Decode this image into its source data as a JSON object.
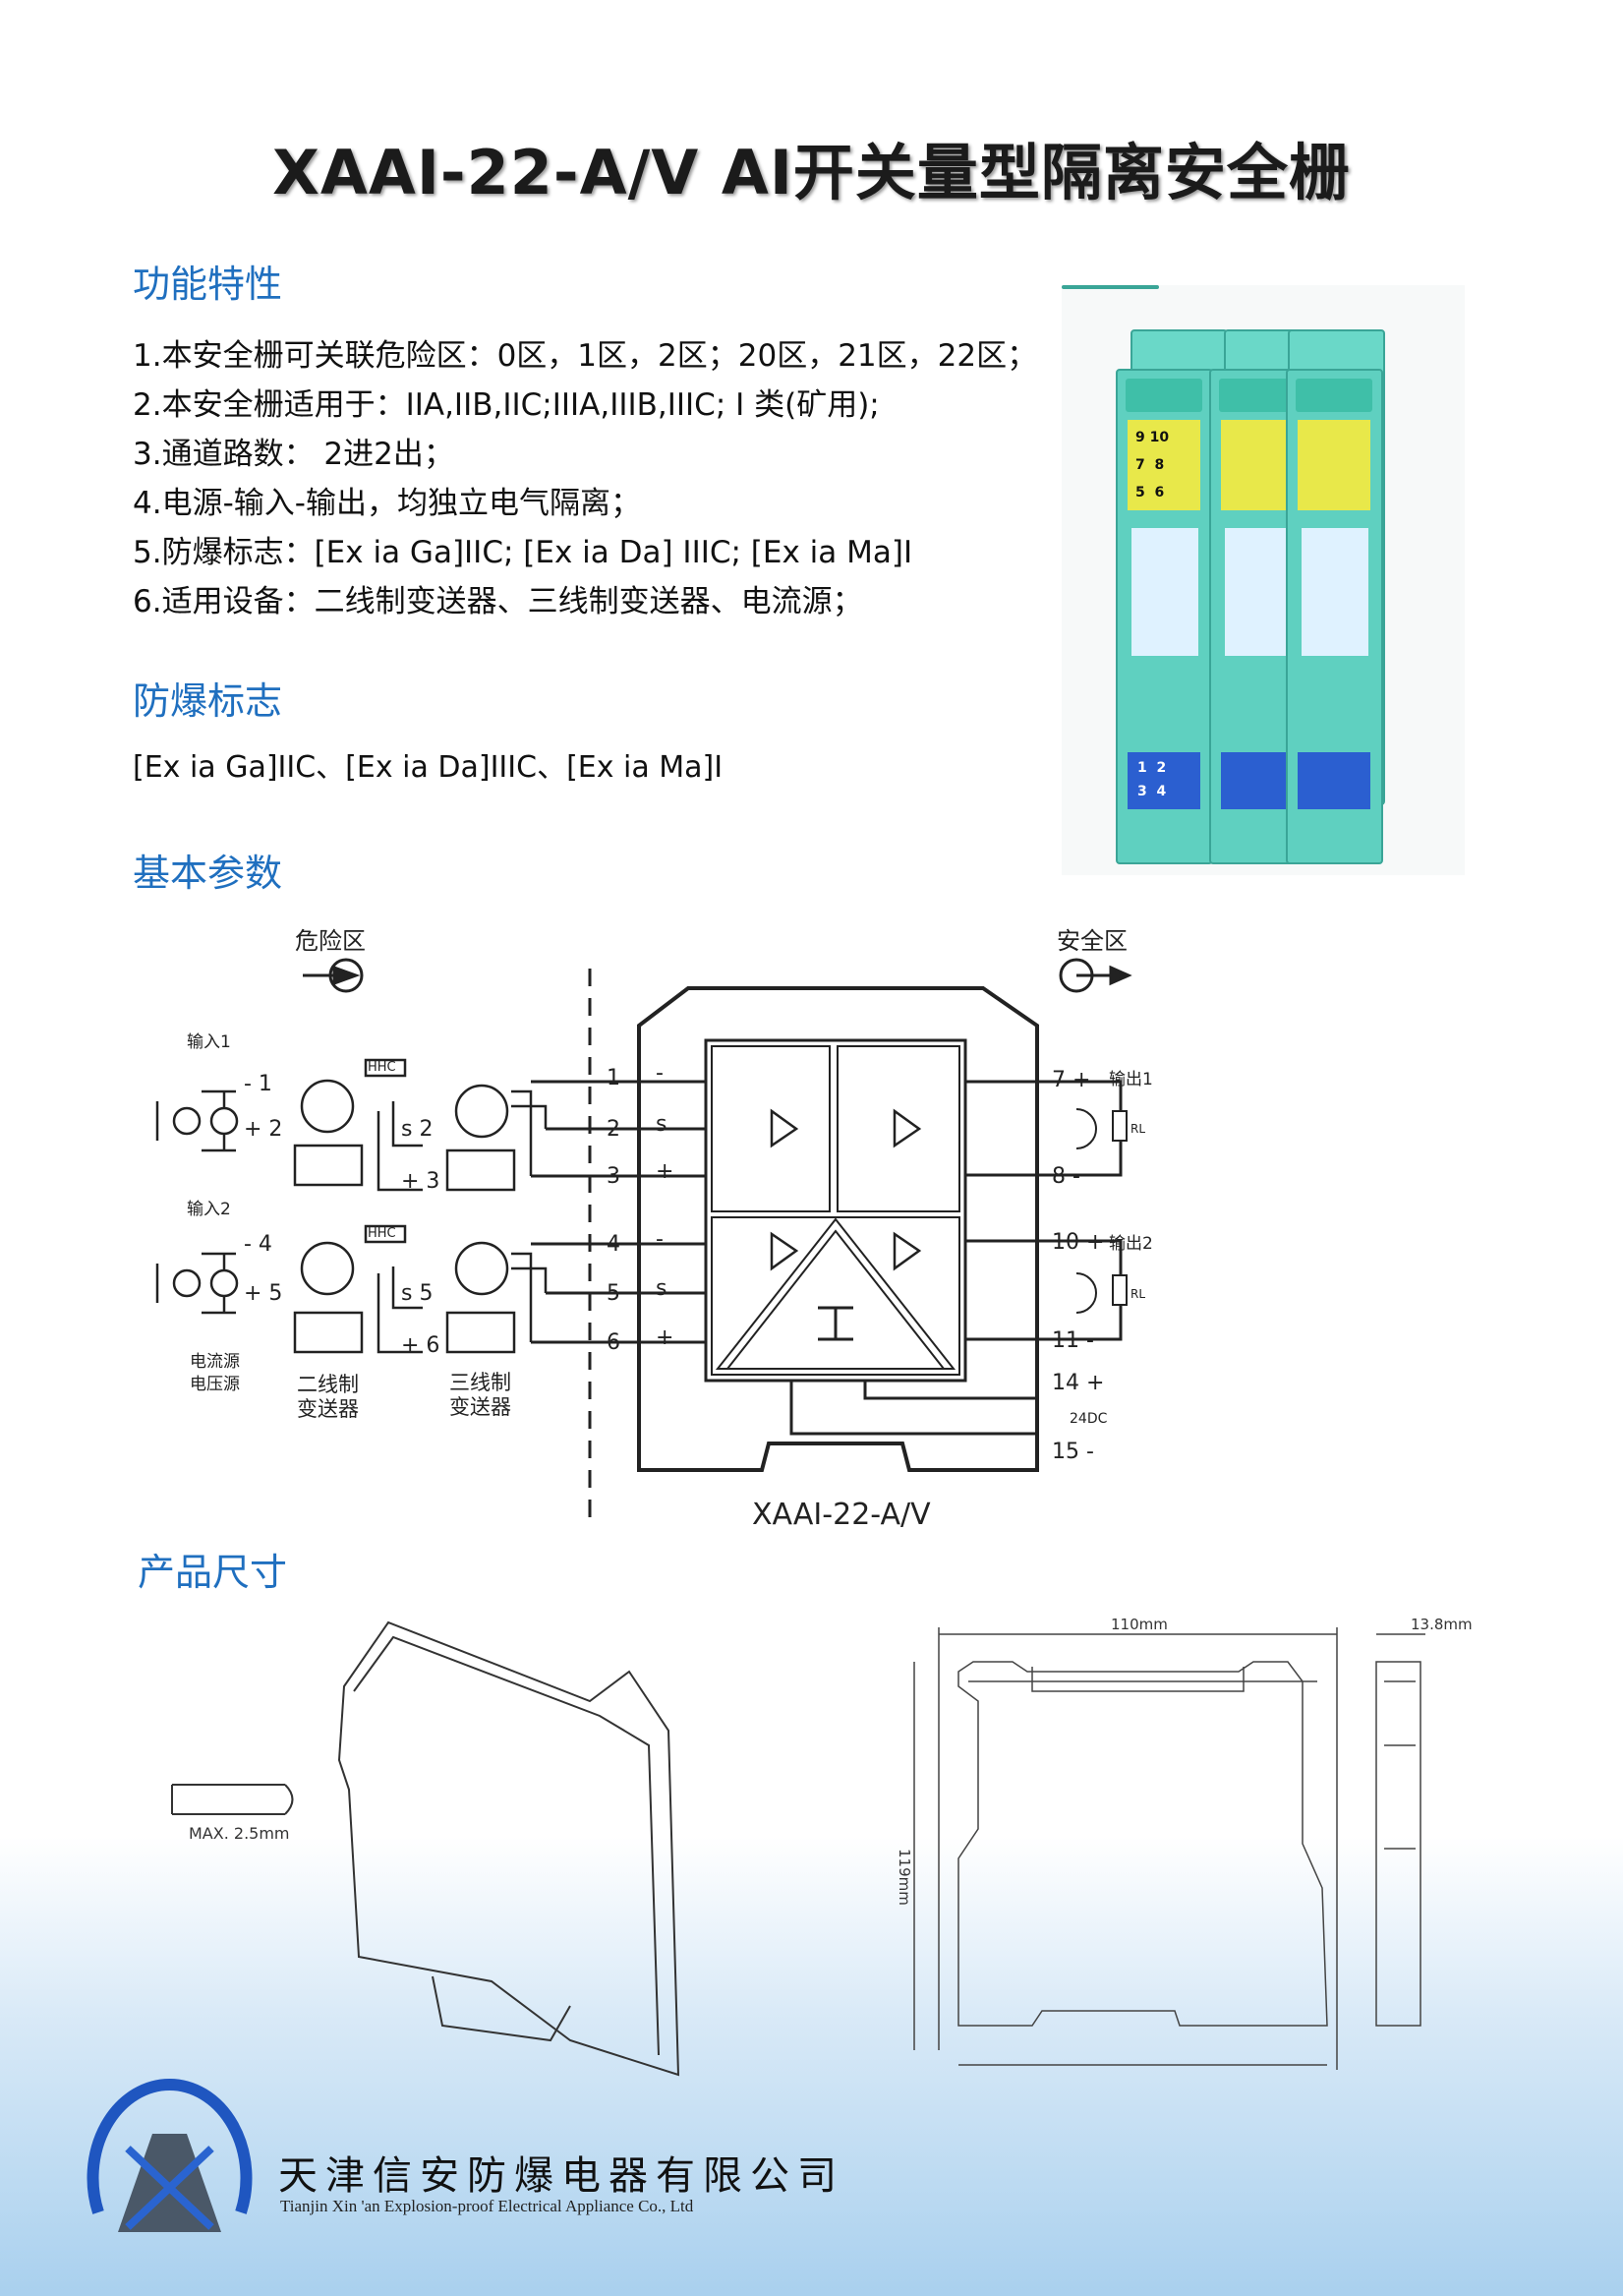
{
  "title": "XAAI-22-A/V AI开关量型隔离安全栅",
  "sections": {
    "features": "功能特性",
    "marking": "防爆标志",
    "params": "基本参数",
    "dimensions": "产品尺寸"
  },
  "features": [
    "1.本安全栅可关联危险区：0区，1区，2区；20区，21区，22区；",
    "2.本安全栅适用于：IIA,IIB,IIC;IIIA,IIIB,IIIC; I 类(矿用);",
    "3.通道路数： 2进2出；",
    "4.电源-输入-输出，均独立电气隔离；",
    "5.防爆标志：[Ex ia Ga]IIC; [Ex ia Da] IIIC; [Ex ia Ma]I",
    "6.适用设备：二线制变送器、三线制变送器、电流源；"
  ],
  "marking_text": "[Ex ia Ga]IIC、[Ex ia Da]IIIC、[Ex ia Ma]I",
  "product_photo": {
    "terminal_numbers": [
      "9",
      "10",
      "7",
      "8",
      "5",
      "6",
      "1",
      "2",
      "3",
      "4"
    ]
  },
  "diagram": {
    "hazard_zone": "危险区",
    "safe_zone": "安全区",
    "input1": "输入1",
    "input2": "输入2",
    "output1": "输出1",
    "output2": "输出2",
    "source1": "电流源",
    "source2": "电压源",
    "two_wire_1": "二线制",
    "two_wire_2": "变送器",
    "three_wire_1": "三线制",
    "three_wire_2": "变送器",
    "hhc": "HHC",
    "rl": "RL",
    "dc": "24DC",
    "left_terminals": [
      {
        "num": "1",
        "sign": "-"
      },
      {
        "num": "2",
        "sign": "s"
      },
      {
        "num": "3",
        "sign": "+"
      },
      {
        "num": "4",
        "sign": "-"
      },
      {
        "num": "5",
        "sign": "s"
      },
      {
        "num": "6",
        "sign": "+"
      }
    ],
    "src_labels": [
      "- 1",
      "+ 2",
      "- 4",
      "+ 5"
    ],
    "two_wire_labels": [
      "s 2",
      "+ 3",
      "s 5",
      "+ 6"
    ],
    "right_terminals": [
      "7 +",
      "8 -",
      "10 +",
      "11 -",
      "14 +",
      "15 -"
    ],
    "model": "XAAI-22-A/V"
  },
  "dimension": {
    "max_wire": "MAX. 2.5mm",
    "width": "110mm",
    "height": "119mm",
    "depth": "13.8mm"
  },
  "company": {
    "name_cn": "天津信安防爆电器有限公司",
    "name_en": "Tianjin Xin 'an Explosion-proof Electrical Appliance Co., Ltd"
  },
  "colors": {
    "accent": "#1f6fbf",
    "module_green": "#5fd0c0"
  }
}
